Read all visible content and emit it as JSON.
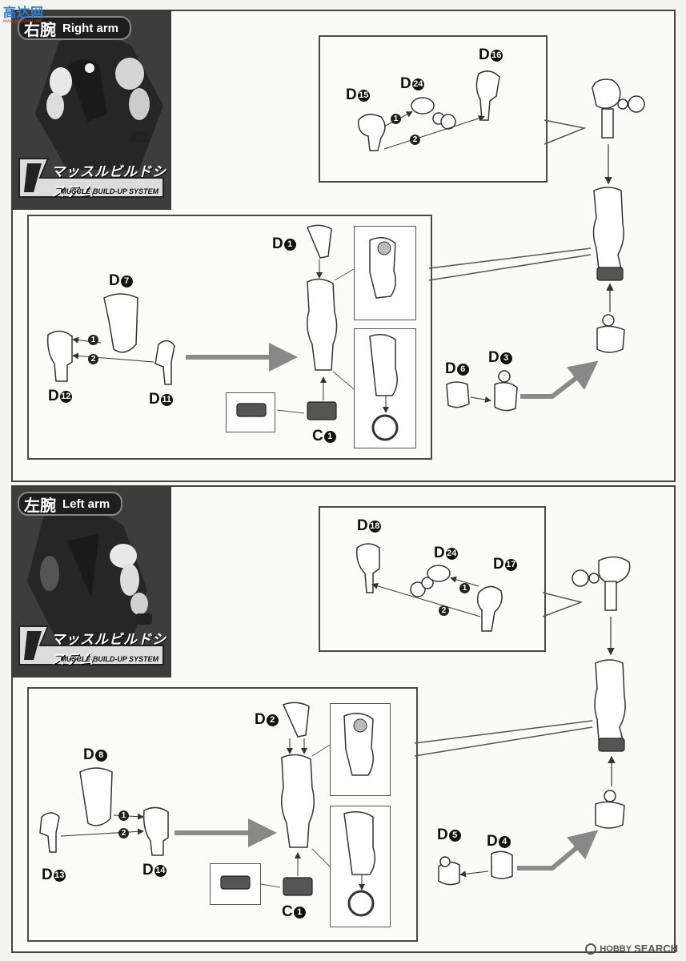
{
  "watermark_top": {
    "main": "高达网",
    "sub": "www.gaoshou.net"
  },
  "watermark_bottom": {
    "brand_a": "HOBBY",
    "brand_b": "SEARCH"
  },
  "right_arm": {
    "title_jp": "右腕",
    "title_en": "Right arm",
    "logo_jp": "マッスルビルドシステム",
    "logo_en": "MUSCLE BUILD-UP SYSTEM",
    "labels": {
      "d15": {
        "letter": "D",
        "num": "15"
      },
      "d24": {
        "letter": "D",
        "num": "24"
      },
      "d16": {
        "letter": "D",
        "num": "16"
      },
      "d1": {
        "letter": "D",
        "num": "1"
      },
      "d7": {
        "letter": "D",
        "num": "7"
      },
      "d12": {
        "letter": "D",
        "num": "12"
      },
      "d11": {
        "letter": "D",
        "num": "11"
      },
      "c1": {
        "letter": "C",
        "num": "1"
      },
      "d6": {
        "letter": "D",
        "num": "6"
      },
      "d3": {
        "letter": "D",
        "num": "3"
      }
    },
    "steps": {
      "s1": "1",
      "s2": "2"
    }
  },
  "left_arm": {
    "title_jp": "左腕",
    "title_en": "Left arm",
    "logo_jp": "マッスルビルドシステム",
    "logo_en": "MUSCLE BUILD-UP SYSTEM",
    "labels": {
      "d18": {
        "letter": "D",
        "num": "18"
      },
      "d24": {
        "letter": "D",
        "num": "24"
      },
      "d17": {
        "letter": "D",
        "num": "17"
      },
      "d2": {
        "letter": "D",
        "num": "2"
      },
      "d8": {
        "letter": "D",
        "num": "8"
      },
      "d13": {
        "letter": "D",
        "num": "13"
      },
      "d14": {
        "letter": "D",
        "num": "14"
      },
      "c1": {
        "letter": "C",
        "num": "1"
      },
      "d5": {
        "letter": "D",
        "num": "5"
      },
      "d4": {
        "letter": "D",
        "num": "4"
      }
    },
    "steps": {
      "s1": "1",
      "s2": "2"
    }
  },
  "colors": {
    "frame": "#444444",
    "header_bg": "#3a3a3a",
    "arrow": "#8a8a8a",
    "part": "#ffffff"
  }
}
